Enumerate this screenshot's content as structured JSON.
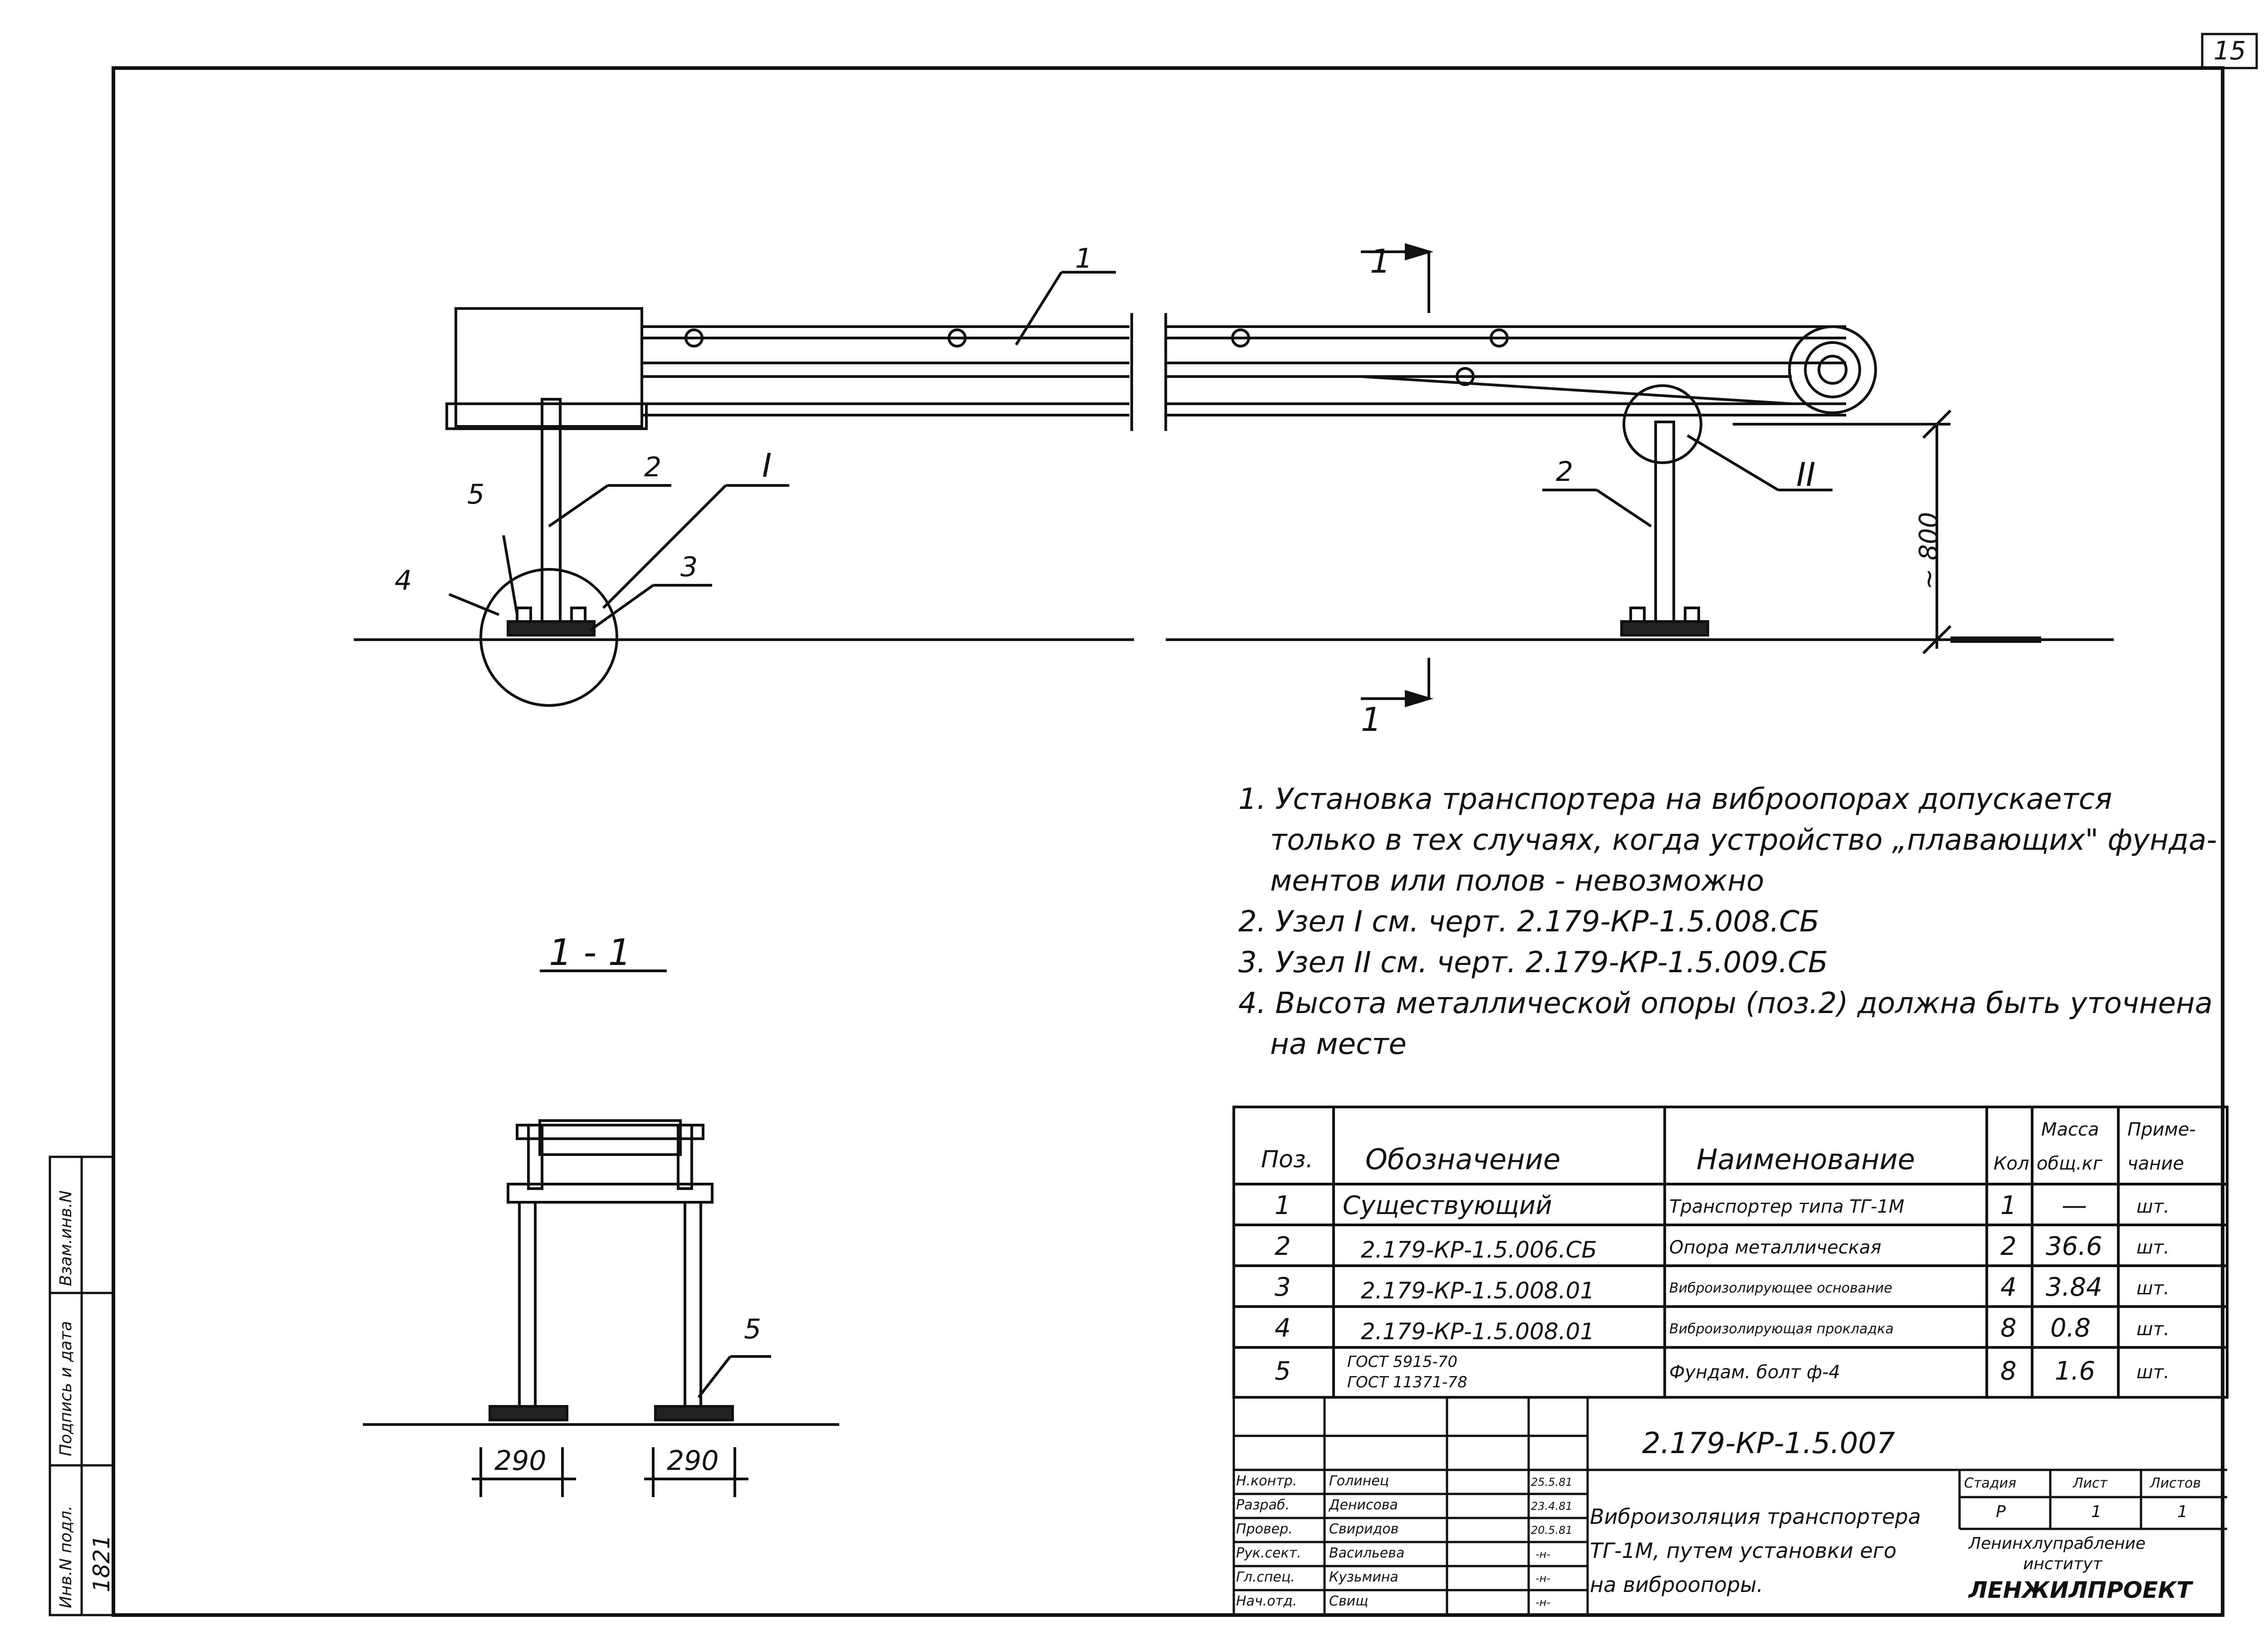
{
  "page_number": "15",
  "drawing": {
    "callouts": {
      "pos1": "1",
      "pos2_left": "2",
      "pos2_right": "2",
      "pos3": "3",
      "pos4": "4",
      "pos5_side": "5",
      "pos5_section": "5",
      "node_I": "I",
      "node_II": "II",
      "section_mark_top": "1",
      "section_mark_bottom": "1"
    },
    "section_title": "1 - 1",
    "dim_height": "~ 800",
    "dim_left": "290",
    "dim_right": "290"
  },
  "notes": [
    "1. Установка  транспортера  на виброопорах допускается",
    "только  в  тех  случаях, когда  устройство „плавающих\" фунда-",
    "ментов  или  полов -  невозможно",
    "2. Узел  I  см. черт.  2.179-КР-1.5.008.СБ",
    "3. Узел  II  см. черт.  2.179-КР-1.5.009.СБ",
    "4. Высота  металлической  опоры (поз.2) должна быть  уточнена",
    "на   месте"
  ],
  "spec_table": {
    "headers": {
      "pos": "Поз.",
      "designation": "Обозначение",
      "name": "Наименование",
      "qty": "Кол",
      "mass_top": "Масса",
      "mass_bottom": "общ.кг",
      "note_top": "Приме-",
      "note_bottom": "чание"
    },
    "rows": [
      {
        "pos": "1",
        "designation": "Существующий",
        "designation2": "",
        "name": "Транспортер типа ТГ-1М",
        "qty": "1",
        "mass": "—",
        "note": "шт."
      },
      {
        "pos": "2",
        "designation": "2.179-КР-1.5.006.СБ",
        "designation2": "",
        "name": "Опора  металлическая",
        "qty": "2",
        "mass": "36.6",
        "note": "шт."
      },
      {
        "pos": "3",
        "designation": "2.179-КР-1.5.008.01",
        "designation2": "",
        "name": "Виброизолирующее основание",
        "qty": "4",
        "mass": "3.84",
        "note": "шт."
      },
      {
        "pos": "4",
        "designation": "2.179-КР-1.5.008.01",
        "designation2": "",
        "name": "Виброизолирующая прокладка",
        "qty": "8",
        "mass": "0.8",
        "note": "шт."
      },
      {
        "pos": "5",
        "designation": "ГОСТ  5915-70",
        "designation2": "ГОСТ  11371-78",
        "name": "Фундам. болт  ф-4",
        "qty": "8",
        "mass": "1.6",
        "note": "шт."
      }
    ]
  },
  "title_block": {
    "doc_code": "2.179-КР-1.5.007",
    "title_lines": [
      "Виброизоляция  транспортера",
      "ТГ-1М, путем  установки  его",
      "на  виброопоры."
    ],
    "stage_label": "Стадия",
    "sheet_label": "Лист",
    "sheets_label": "Листов",
    "stage": "Р",
    "sheet": "1",
    "sheets": "1",
    "org_line1": "Ленинхлупраблениe",
    "org_line2": "институт",
    "org_line3": "ЛЕНЖИЛПРОЕКТ",
    "signers": [
      {
        "role": "Н.контр.",
        "name": "Голинец",
        "date": "25.5.81"
      },
      {
        "role": "Разраб.",
        "name": "Денисова",
        "date": "23.4.81"
      },
      {
        "role": "Провер.",
        "name": "Свиридов",
        "date": "20.5.81"
      },
      {
        "role": "Рук.сект.",
        "name": "Васильева",
        "date": "-н-"
      },
      {
        "role": "Гл.спец.",
        "name": "Кузьмина",
        "date": "-н-"
      },
      {
        "role": "Нач.отд.",
        "name": "Свищ",
        "date": "-н-"
      }
    ]
  },
  "side_stamp": {
    "inv_podl": "Инв.N подл.",
    "podpis": "Подпись и дата",
    "vzam": "Взам.инв.N",
    "inv_value": "1821"
  }
}
